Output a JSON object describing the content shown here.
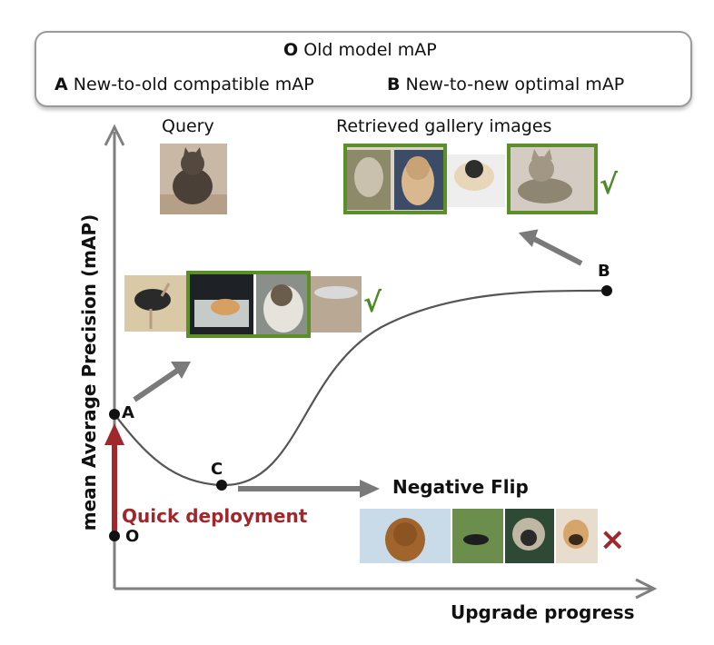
{
  "legend": {
    "old_symbol": "O",
    "old_label": "Old model mAP",
    "a_symbol": "A",
    "a_label": "New-to-old compatible mAP",
    "b_symbol": "B",
    "b_label": "New-to-new optimal mAP"
  },
  "query_label": "Query",
  "retrieved_label": "Retrieved gallery images",
  "y_axis_label": "mean Average Precision (mAP)",
  "x_axis_label": "Upgrade progress",
  "points": {
    "o": "O",
    "a": "A",
    "b": "B",
    "c": "C"
  },
  "quick_deployment": "Quick deployment",
  "negative_flip": "Negative Flip",
  "check_mark": "√",
  "cross_mark": "×",
  "colors": {
    "frame_green": "#5a8f2a",
    "deploy_red": "#a0282c",
    "arrow_gray": "#7a7a7a",
    "axis_gray": "#808080"
  }
}
